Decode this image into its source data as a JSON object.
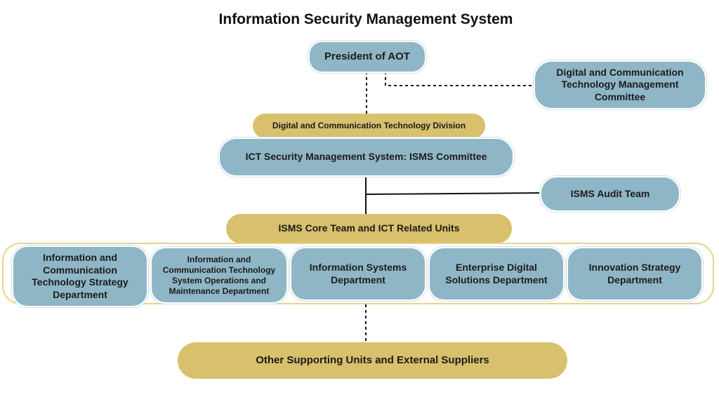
{
  "title": "Information Security Management System",
  "nodes": {
    "president": "President of AOT",
    "dct_committee": "Digital and Communication Technology Management Committee",
    "dct_division": "Digital and Communication Technology Division",
    "isms_committee": "ICT Security Management System: ISMS Committee",
    "audit_team": "ISMS Audit Team",
    "core_team": "ISMS Core Team and ICT Related Units",
    "departments": [
      "Information and Communication Technology Strategy Department",
      "Information and Communication Technology System Operations and Maintenance Department",
      "Information Systems Department",
      "Enterprise Digital Solutions Department",
      "Innovation Strategy Department"
    ],
    "other_units": "Other Supporting Units and External Suppliers"
  },
  "colors": {
    "blue_box": "#8fb6c6",
    "gold_box": "#d8c06c",
    "frame": "#e6d48a",
    "line": "#111111"
  }
}
